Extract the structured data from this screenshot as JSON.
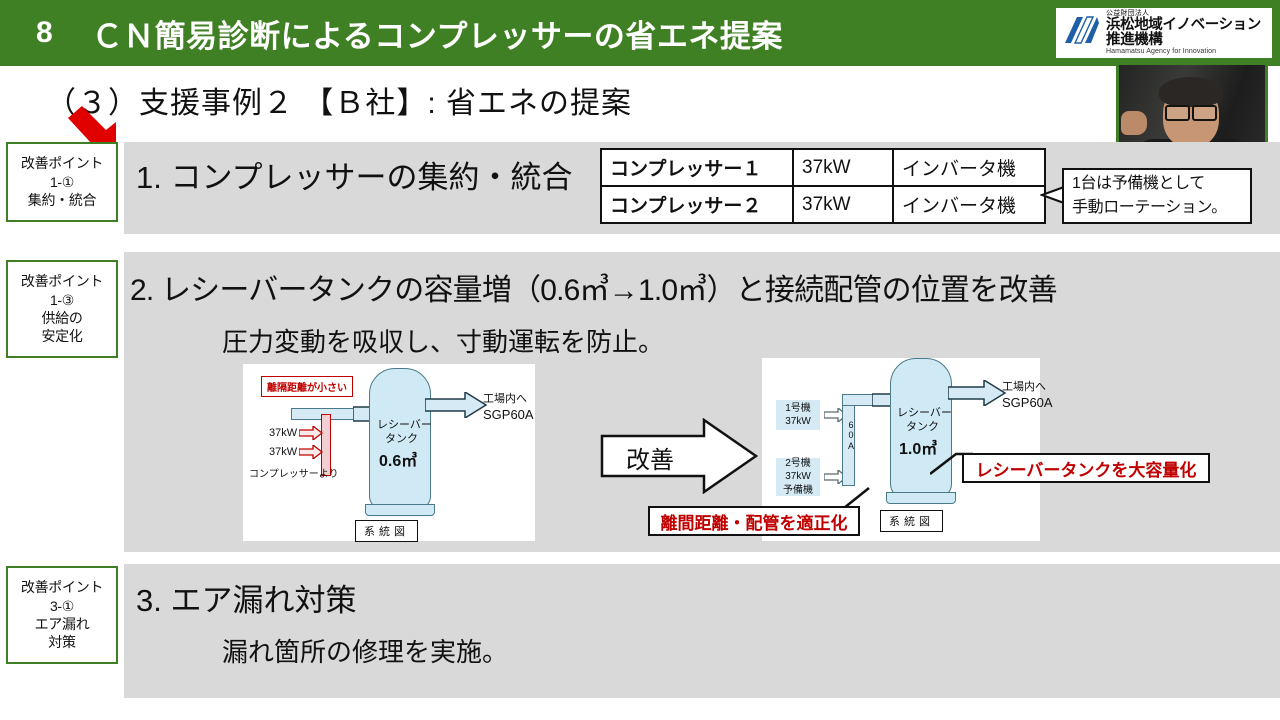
{
  "header": {
    "page_number": "8",
    "title": "ＣＮ簡易診断によるコンプレッサーの省エネ提案",
    "bar_color": "#3f8024",
    "logo": {
      "line1": "公益財団法人",
      "line2": "浜松地域イノベーション推進機構",
      "line3": "Hamamatsu Agency for Innovation"
    }
  },
  "subtitle": "（３）支援事例２ 【Ｂ社】: 省エネの提案",
  "sections": [
    {
      "tag": "改善ポイント\n1-①\n集約・統合",
      "tag_lines": [
        "改善ポイント",
        "1-①",
        "集約・統合"
      ],
      "heading": "1. コンプレッサーの集約・統合",
      "table": {
        "rows": [
          [
            "コンプレッサー１",
            "37kW",
            "インバータ機"
          ],
          [
            "コンプレッサー２",
            "37kW",
            "インバータ機"
          ]
        ]
      },
      "callout_lines": [
        "1台は予備機として",
        "手動ローテーション。"
      ]
    },
    {
      "tag_lines": [
        "改善ポイント",
        "1-③",
        "供給の",
        "安定化"
      ],
      "heading": "2. レシーバータンクの容量増（0.6㎥→1.0㎥）と接続配管の位置を改善",
      "subtext": "圧力変動を吸収し、寸動運転を防止。",
      "diagram_before": {
        "warning_label": "離隔距離が小さい",
        "inputs": [
          "37kW",
          "37kW"
        ],
        "source_label": "コンプレッサーより",
        "tank_name_line1": "レシーバー",
        "tank_name_line2": "タンク",
        "tank_volume": "0.6㎥",
        "output_line1": "工場内へ",
        "output_line2": "SGP60A",
        "caption": "系統図"
      },
      "improve_arrow_label": "改善",
      "diagram_after": {
        "unit1_lines": [
          "1号機",
          "37kW"
        ],
        "unit2_lines": [
          "2号機",
          "37kW",
          "予備機"
        ],
        "pipe_label": "60A",
        "tank_name_line1": "レシーバー",
        "tank_name_line2": "タンク",
        "tank_volume": "1.0㎥",
        "output_line1": "工場内へ",
        "output_line2": "SGP60A",
        "caption": "系統図"
      },
      "callout_tank": "レシーバータンクを大容量化",
      "callout_pipe": "離間距離・配管を適正化"
    },
    {
      "tag_lines": [
        "改善ポイント",
        "3-①",
        "エア漏れ",
        "対策"
      ],
      "heading": "3. エア漏れ対策",
      "subtext": "漏れ箇所の修理を実施。"
    }
  ],
  "colors": {
    "green": "#3f8024",
    "panel_gray": "#d9d9d9",
    "red_accent": "#c00000",
    "tank_blue": "#cfeaf5"
  }
}
